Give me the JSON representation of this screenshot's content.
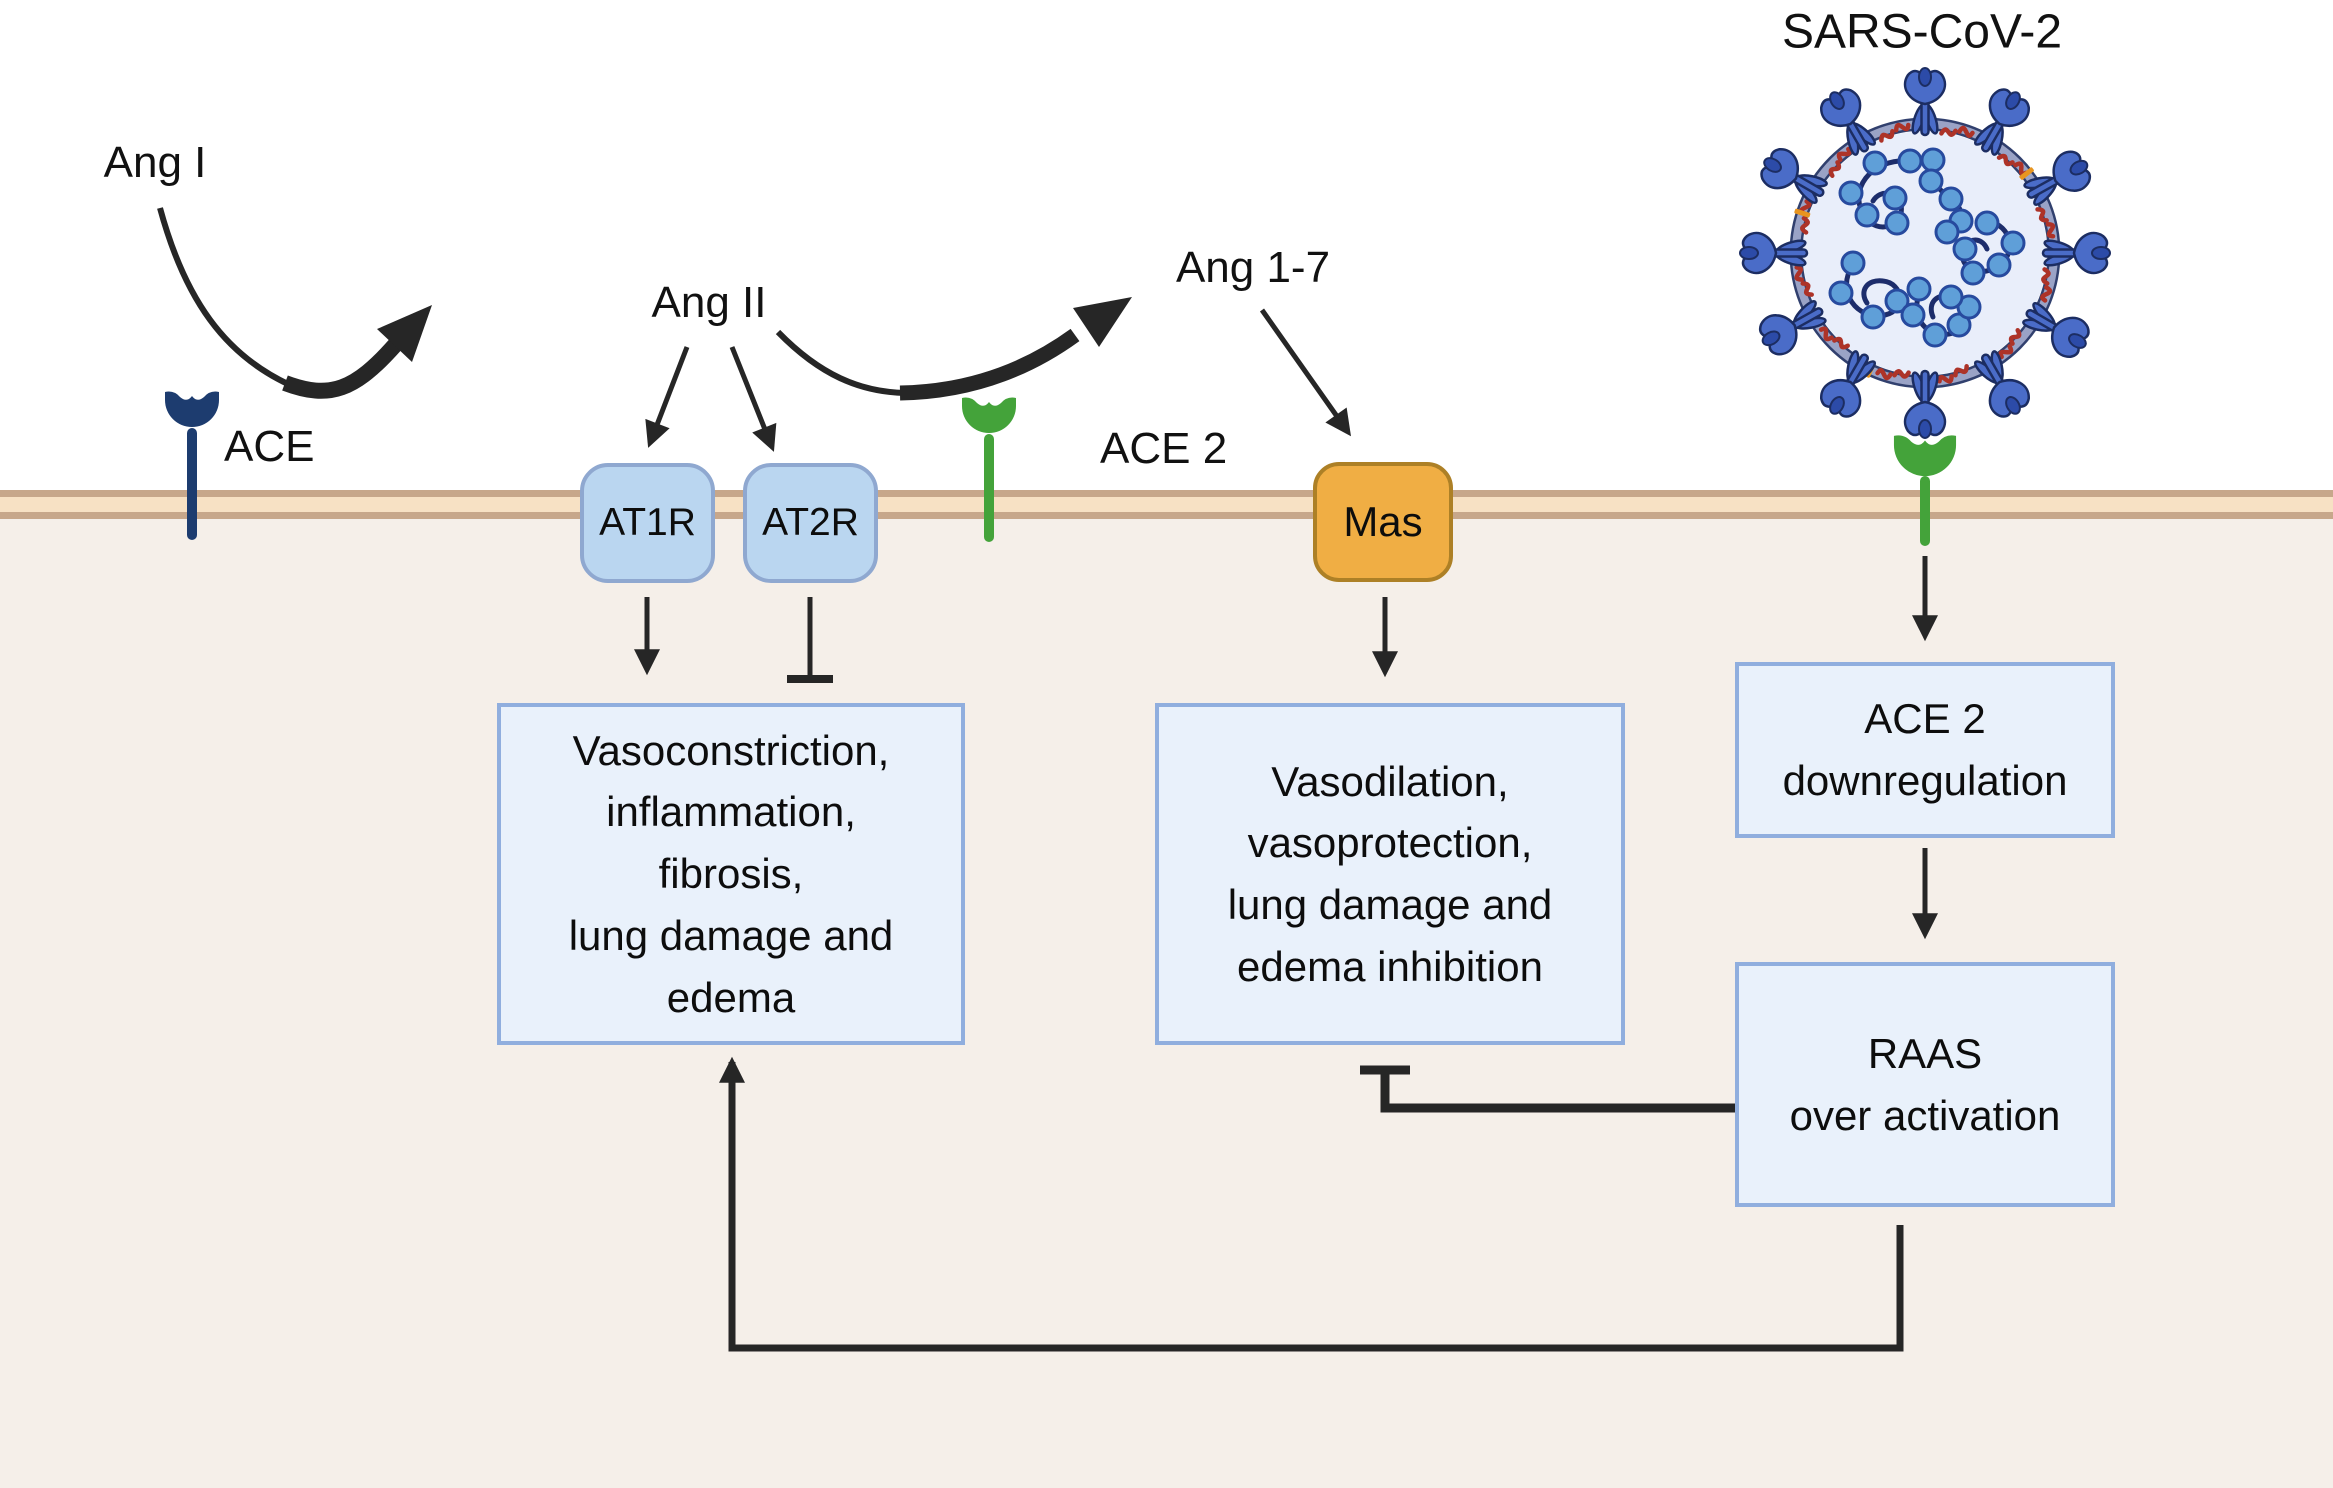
{
  "labels": {
    "ang_i": "Ang I",
    "ang_ii": "Ang II",
    "ang_1_7": "Ang 1-7",
    "ace": "ACE",
    "ace2": "ACE 2",
    "sars_cov_2": "SARS-CoV-2"
  },
  "receptors": {
    "at1r": "AT1R",
    "at2r": "AT2R",
    "mas": "Mas"
  },
  "outcomes": {
    "at1r_effects": "Vasoconstriction,\ninflammation,\nfibrosis,\nlung damage and\nedema",
    "mas_effects": "Vasodilation,\nvasoprotection,\nlung damage and\nedema inhibition",
    "ace2_downregulation": "ACE 2\ndownregulation",
    "raas_overactivation": "RAAS\nover activation"
  },
  "colors": {
    "background_above_membrane": "#ffffff",
    "cytoplasm": "#f5efe9",
    "membrane_fill": "#f7e1c4",
    "membrane_stripe": "#c7a78b",
    "ace_receptor": "#1d3c6f",
    "ace2_receptor": "#44a33a",
    "receptor_box_fill": "#bad6f0",
    "receptor_box_border": "#8fa8d0",
    "mas_fill": "#f0ae44",
    "mas_border": "#ad8026",
    "outcome_box_fill": "#e9f1fb",
    "outcome_box_border": "#90aede",
    "arrow": "#262626",
    "virus_spike": "#4a6cc8",
    "virus_spike_dark": "#2c4ba8",
    "virus_outline": "#1c2d62",
    "virus_envelope": "#9aa3c6",
    "virus_interior": "#e9eefa",
    "virus_rna": "#1d2d6b",
    "virus_rna_bead": "#5f9fd8",
    "virus_m_protein": "#ad3328",
    "virus_e_protein": "#e8951f"
  }
}
